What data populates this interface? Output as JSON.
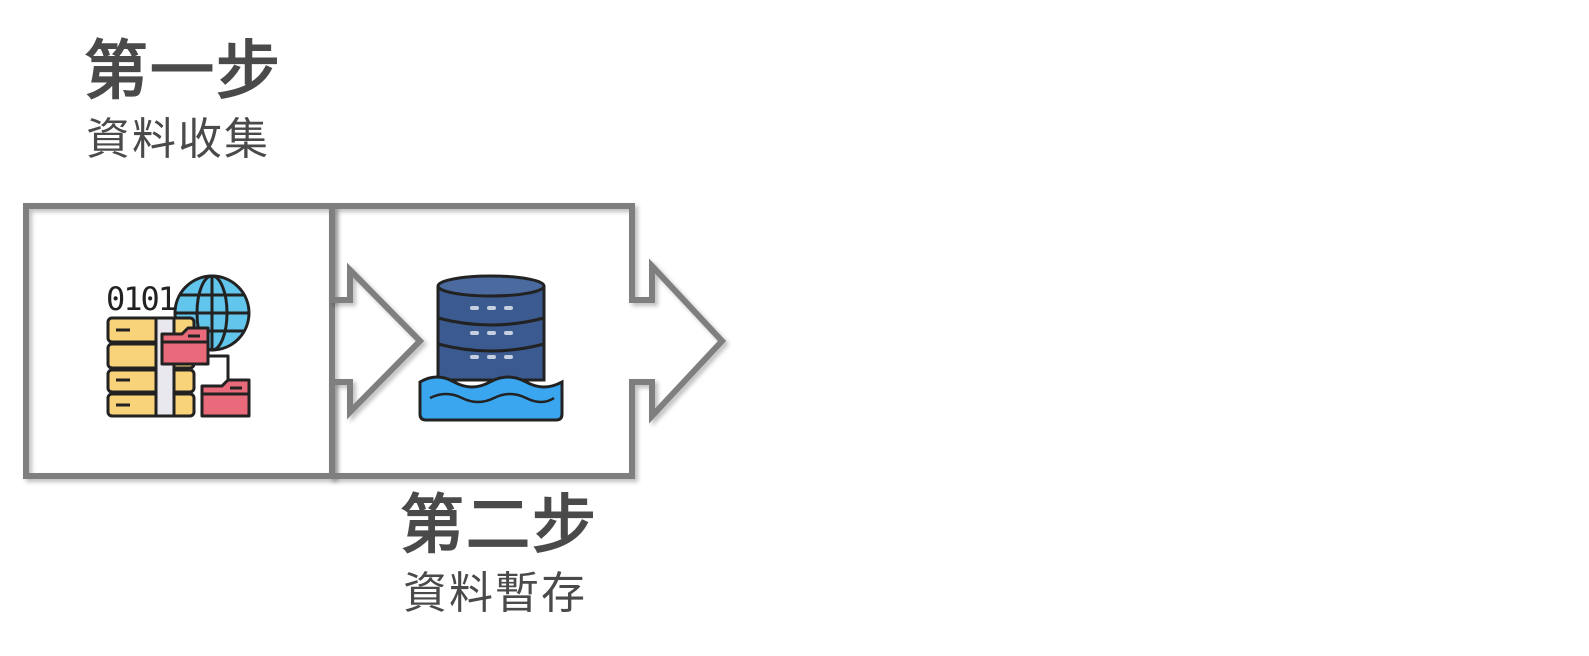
{
  "steps": [
    {
      "title": "第一步",
      "subtitle": "資料收集",
      "icon": "data-collection-icon"
    },
    {
      "title": "第二步",
      "subtitle": "資料暫存",
      "icon": "data-lake-database-icon"
    }
  ],
  "icon_text": {
    "binary": "0101"
  },
  "colors": {
    "outline": "#7f7f7f",
    "text": "#4a4a4a",
    "server_yellow": "#f9d37a",
    "globe_blue": "#62c6ec",
    "folder_red": "#e96a7b",
    "db_dark": "#3b5a8f",
    "water_blue": "#3aa6ef"
  }
}
